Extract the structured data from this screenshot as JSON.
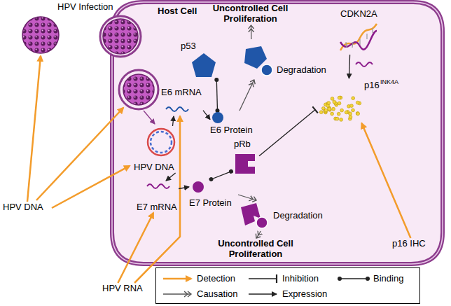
{
  "diagram": {
    "nodes": [
      {
        "text": [
          "Host Cell"
        ]
      },
      {
        "text": [
          "HPV Infection"
        ]
      },
      {
        "text": [
          "Uncontrolled Cell Proliferation"
        ],
        "in": 0
      },
      {
        "text": [
          "CDKN2A"
        ],
        "in": 0
      },
      {
        "text": [
          "p53"
        ],
        "in": 0
      },
      {
        "text": [
          "Degradation"
        ],
        "in": 0
      },
      {
        "text": [
          "E6 mRNA"
        ],
        "in": 0
      },
      {
        "text": [
          "E6 Protein"
        ],
        "in": 0
      },
      {
        "text": [
          "pRb"
        ],
        "in": 0
      },
      {
        "text": [
          "p16",
          "INK4A"
        ],
        "in": 0
      },
      {
        "text": [
          "HPV DNA"
        ],
        "in": 0
      },
      {
        "text": [
          "E7 mRNA"
        ],
        "in": 0
      },
      {
        "text": [
          "E7 Protein"
        ],
        "in": 0
      },
      {
        "text": [
          "Degradation"
        ],
        "in": 0
      },
      {
        "text": [
          "Uncontrolled Cell Proliferation"
        ],
        "in": 0
      },
      {
        "text": [
          "HPV DNA"
        ]
      },
      {
        "text": [
          "HPV RNA"
        ]
      },
      {
        "text": [
          "p16 IHC"
        ],
        "in": 0
      }
    ],
    "edges": [
      {
        "from": 15,
        "to": 1,
        "arrow": "to"
      },
      {
        "from": 15,
        "to": 10,
        "arrow": "to"
      },
      {
        "from": 16,
        "to": 11,
        "arrow": "to"
      },
      {
        "from": 16,
        "to": 6,
        "arrow": "to"
      },
      {
        "from": 17,
        "to": 9,
        "arrow": "to"
      },
      {
        "from": 10,
        "to": 6,
        "arrow": "to"
      },
      {
        "from": 10,
        "to": 11,
        "arrow": "to"
      },
      {
        "from": 6,
        "to": 7,
        "arrow": "to"
      },
      {
        "from": 11,
        "to": 12,
        "arrow": "to"
      },
      {
        "from": 7,
        "to": 4,
        "arrow": "both"
      },
      {
        "from": 12,
        "to": 8,
        "arrow": "both"
      },
      {
        "from": 7,
        "to": 5,
        "arrow": "to"
      },
      {
        "from": 12,
        "to": 13,
        "arrow": "to"
      },
      {
        "from": 5,
        "to": 2,
        "arrow": "to"
      },
      {
        "from": 13,
        "to": 14,
        "arrow": "to"
      },
      {
        "from": 8,
        "to": 9,
        "arrow": "to"
      },
      {
        "from": 3,
        "to": 9,
        "arrow": "to"
      }
    ],
    "legend": [
      {
        "text": "Detection"
      },
      {
        "text": "Inhibition"
      },
      {
        "text": "Binding"
      },
      {
        "text": "Causation"
      },
      {
        "text": "Expression"
      }
    ]
  }
}
